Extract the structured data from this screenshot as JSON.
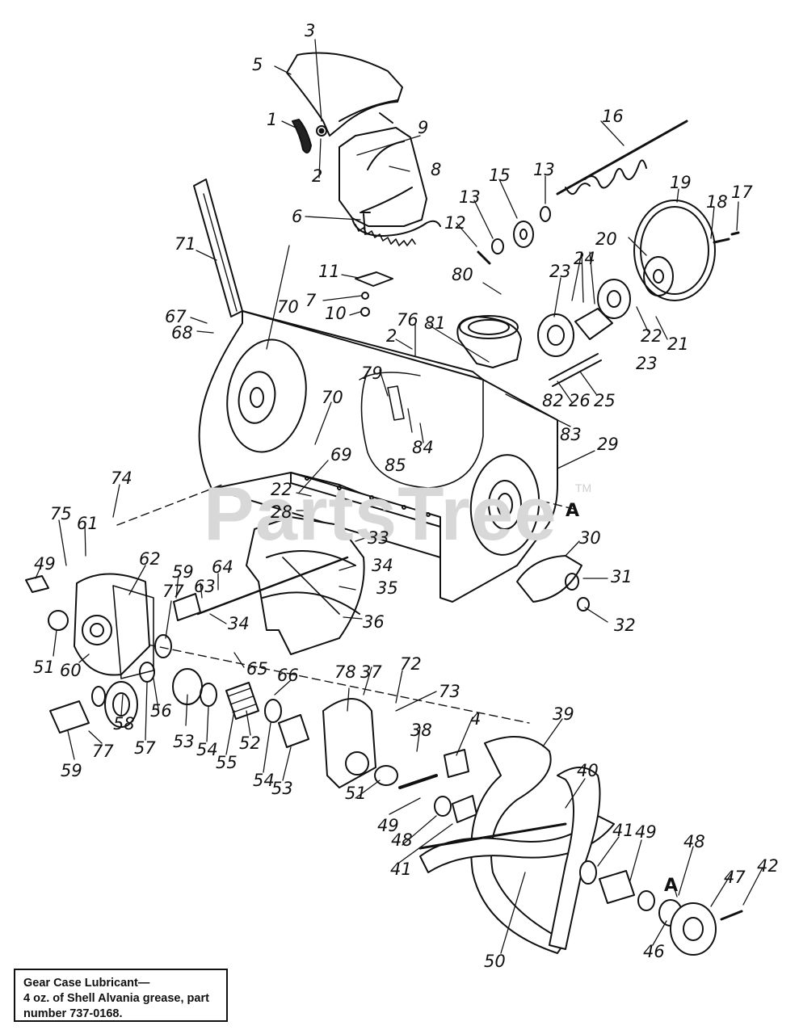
{
  "watermark": "PartsTree",
  "watermark_tm": "TM",
  "labels": [
    "1",
    "2",
    "3",
    "5",
    "8",
    "9",
    "6",
    "16",
    "13",
    "15",
    "13",
    "12",
    "19",
    "18",
    "17",
    "20",
    "24",
    "23",
    "22",
    "21",
    "23",
    "71",
    "11",
    "80",
    "7",
    "10",
    "67",
    "68",
    "70",
    "76",
    "2",
    "81",
    "79",
    "26",
    "82",
    "25",
    "83",
    "70",
    "85",
    "84",
    "29",
    "69",
    "22",
    "28",
    "A",
    "74",
    "75",
    "61",
    "33",
    "30",
    "34",
    "62",
    "49",
    "59",
    "64",
    "63",
    "35",
    "31",
    "32",
    "77",
    "34",
    "36",
    "51",
    "60",
    "65",
    "66",
    "78",
    "37",
    "72",
    "73",
    "58",
    "56",
    "57",
    "53",
    "54",
    "55",
    "52",
    "54",
    "53",
    "77",
    "59",
    "4",
    "38",
    "39",
    "40",
    "51",
    "49",
    "48",
    "41",
    "49",
    "48",
    "41",
    "47",
    "42",
    "A",
    "46",
    "50"
  ],
  "note": {
    "line1": "Gear Case Lubricant—",
    "line2": "4 oz. of Shell Alvania grease, part",
    "line3": "number 737-0168."
  }
}
